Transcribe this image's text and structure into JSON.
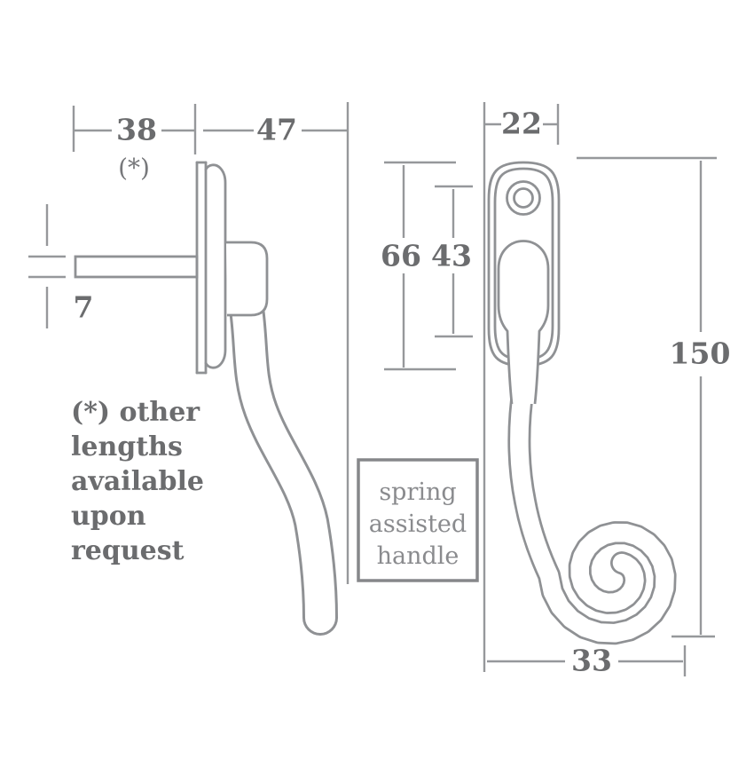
{
  "side_view": {
    "dim_spindle_length": "38",
    "dim_note_marker": "(*)",
    "dim_projection": "47",
    "dim_spindle_square": "7"
  },
  "front_view": {
    "dim_plate_width": "22",
    "dim_plate_height": "66",
    "dim_inner_span": "43",
    "dim_total_height": "150",
    "dim_curl_width": "33"
  },
  "note_lines": [
    "(*) other",
    "lengths",
    "available",
    "upon",
    "request"
  ],
  "callout_lines": [
    "spring",
    "assisted",
    "handle"
  ],
  "colors": {
    "dimension_line": "#96989b",
    "drawing_line": "#8f9194",
    "label_text": "#6b6c6e",
    "callout_text": "#8a8b8e",
    "callout_border": "#86878a",
    "background": "#ffffff"
  }
}
